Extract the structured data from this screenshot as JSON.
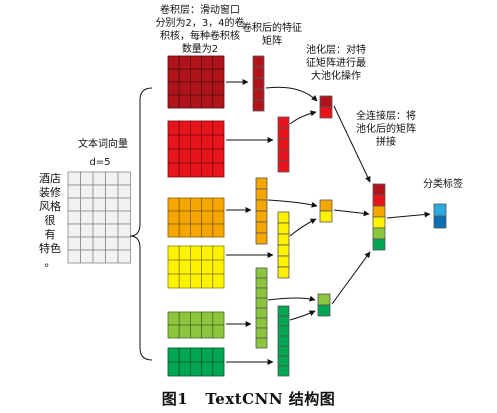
{
  "labels": {
    "conv_layer": [
      "卷积层：滑动窗口",
      "分别为2，3，4的卷",
      "积核，每种卷积核",
      "数量为2"
    ],
    "feature_map": [
      "卷积后的特征",
      "矩阵"
    ],
    "pooling": [
      "池化层：对特",
      "征矩阵进行最",
      "大池化操作"
    ],
    "fully_connected": [
      "全连接层：将",
      "池化后的矩阵",
      "拼接"
    ],
    "classification": "分类标签",
    "word_vector": "文本词向量",
    "dimension": "d=5",
    "sentence_chars": [
      "酒店",
      "装修",
      "风格",
      "很",
      "有",
      "特色",
      "。"
    ],
    "caption_number": "图1",
    "caption_title": "TextCNN 结构图"
  },
  "colors": {
    "dark_red": "#b0141b",
    "red": "#e8141c",
    "orange": "#f5a700",
    "yellow": "#fff200",
    "light_green": "#8cc63f",
    "green": "#00a651",
    "light_blue": "#29abe2",
    "dark_blue": "#0a6fb5",
    "input_grid": "#f2f2f2"
  }
}
